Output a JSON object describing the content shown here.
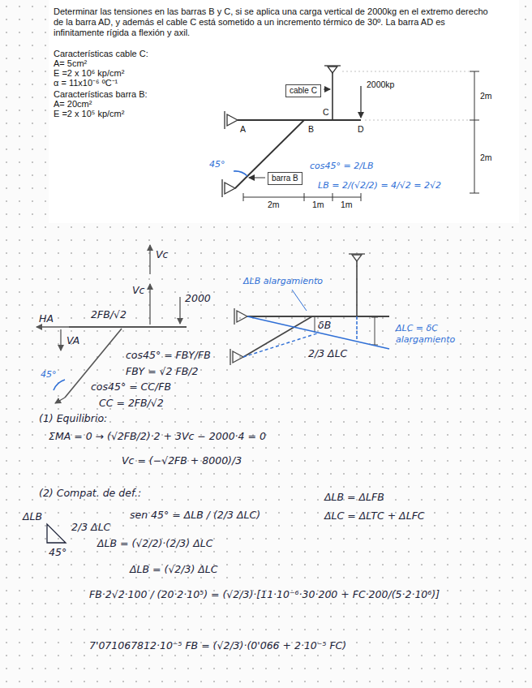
{
  "diagram": {
    "nodes": [
      {
        "text": [
          "cable C"
        ]
      },
      {
        "text": [
          "barra B"
        ]
      }
    ],
    "labels": [
      "Determinar las tensiones en las barras B y C, si se aplica una carga vertical de 2000kg en el extremo derecho de la barra AD, y además el cable C está sometido a un incremento térmico de 30º. La barra AD es infinitamente rígida a flexión y axil.",
      "Características cable C:",
      "A= 5cm²",
      "E =2 x 10⁶ kp/cm²",
      "α = 11x10⁻⁶ ºC⁻¹",
      "Características barra B:",
      "A= 20cm²",
      "E =2 x 10⁵ kp/cm²",
      "2000kp",
      "C",
      "A",
      "B",
      "D",
      "2m",
      "2m",
      "2m",
      "1m",
      "1m",
      "45°",
      "cos45° = 2/LB",
      "LB = 2/(√2/2) = 4/√2 = 2√2",
      "Vc",
      "Vc",
      "2000",
      "HA",
      "VA",
      "2FB/√2",
      "45°",
      "cos45° = FBY/FB",
      "FBY = √2 FB/2",
      "cos45° = CC/FB",
      "CC = 2FB/√2",
      "ΔLB alargamiento",
      "δB",
      "2/3 ΔLC",
      "ΔLC = δC",
      "alargamiento",
      "(1) Equilibrio:",
      "ΣMA = 0 → (√2FB/2)·2 + 3Vc − 2000·4 = 0",
      "Vc = (−√2FB + 8000)/3",
      "(2) Compat. de def.:",
      "ΔLB",
      "2/3 ΔLC",
      "45°",
      "sen 45° = ΔLB / (2/3 ΔLC)",
      "ΔLB = (√2/2)·(2/3) ΔLC",
      "ΔLB = (√2/3) ΔLC",
      "ΔLB = ΔLFB",
      "ΔLC = ΔLTC + ΔLFC",
      "FB·2√2·100 / (20·2·10⁵) = (√2/3)·[11·10⁻⁶·30·200 + FC·200/(5·2·10⁶)]",
      "7'071067812·10⁻⁵ FB = (√2/3)·(0'066 + 2·10⁻⁵ FC)"
    ]
  }
}
